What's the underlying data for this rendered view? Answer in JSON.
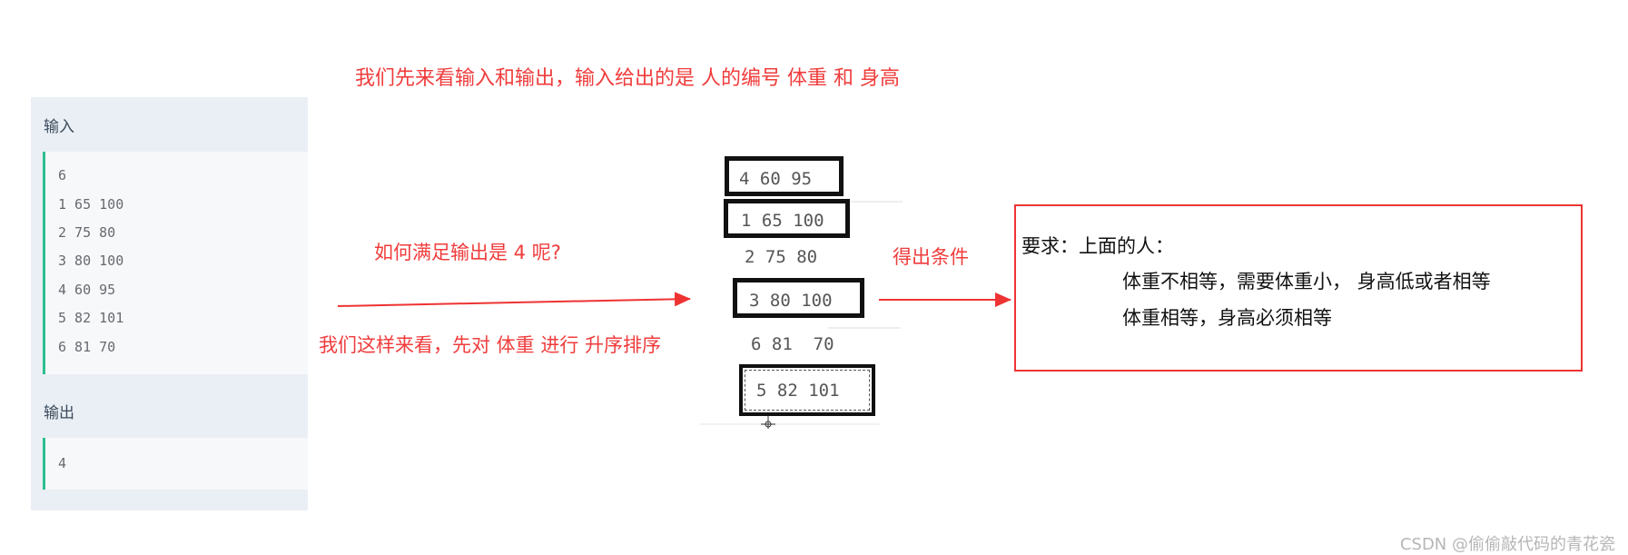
{
  "io_panel": {
    "input_label": "输入",
    "input_lines": [
      "6",
      "1 65 100",
      "2 75 80",
      "3 80 100",
      "4 60 95",
      "5 82 101",
      "6 81 70"
    ],
    "output_label": "输出",
    "output_lines": [
      "4"
    ]
  },
  "annotations": {
    "top": "我们先来看输入和输出，输入给出的是 人的编号 体重 和 身高",
    "question": "如何满足输出是 4 呢?",
    "sort_note": "我们这样来看，先对 体重 进行 升序排序",
    "conclusion": "得出条件",
    "color": "#f03c3c"
  },
  "sorted_rows": [
    {
      "text": "4 60 95",
      "boxed": true
    },
    {
      "text": "1 65 100",
      "boxed": true
    },
    {
      "text": "2 75 80",
      "boxed": false
    },
    {
      "text": "3 80 100",
      "boxed": true
    },
    {
      "text": "6 81  70",
      "boxed": false
    },
    {
      "text": "5 82 101",
      "boxed": true
    }
  ],
  "requirement": {
    "title": "要求：上面的人：",
    "line1": "体重不相等，需要体重小， 身高低或者相等",
    "line2": "体重相等，身高必须相等",
    "border_color": "#ee3333"
  },
  "watermark": "CSDN @偷偷敲代码的青花瓷"
}
